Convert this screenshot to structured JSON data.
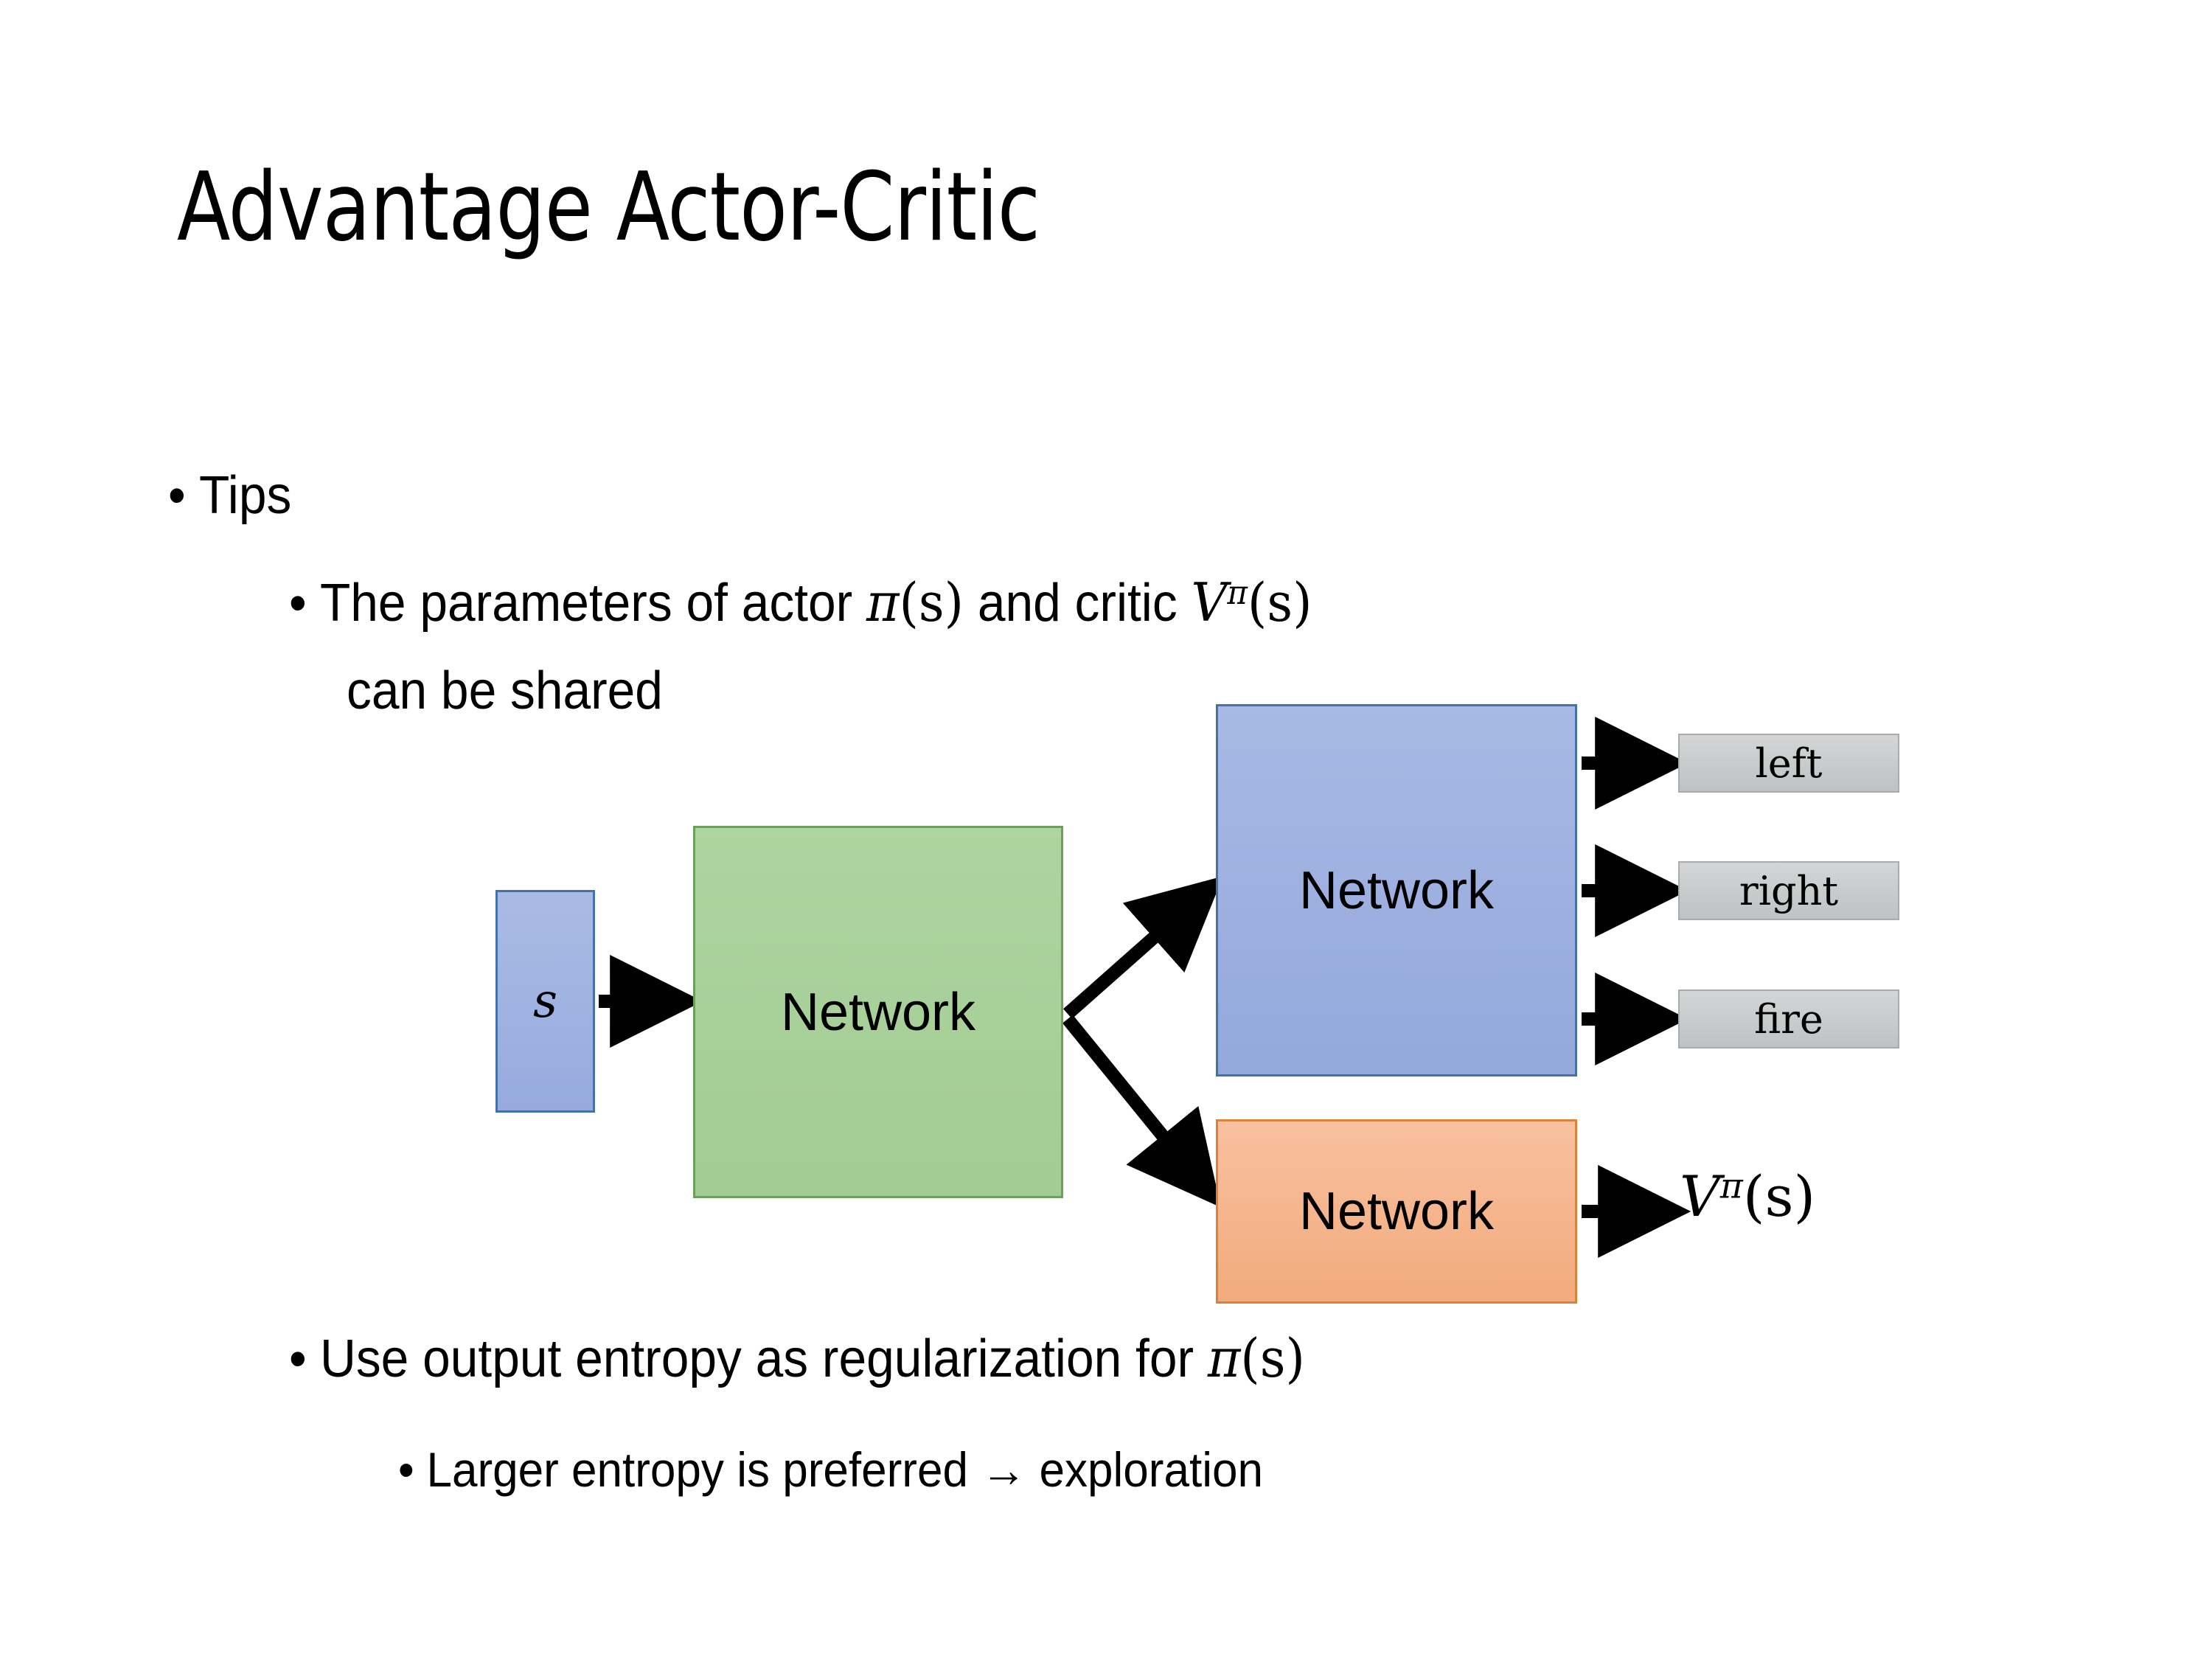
{
  "slide": {
    "title": "Advantage Actor-Critic",
    "bullets": {
      "tips": "Tips",
      "params_line1_pre": "The parameters of actor ",
      "params_math_actor_pi": "π",
      "params_math_actor_args": "(s)",
      "params_line1_mid": "  and critic ",
      "params_math_critic_V": "V",
      "params_math_critic_sup": "π",
      "params_math_critic_args": "(s)",
      "params_line2": "can be shared",
      "entropy_pre": "Use output entropy as regularization for ",
      "entropy_math_pi": "π",
      "entropy_math_args": "(s)",
      "larger_entropy": "Larger entropy is preferred → exploration"
    }
  },
  "diagram": {
    "input_box": {
      "label": "s",
      "color": "#9eb1df",
      "border": "#4472a8"
    },
    "shared_network": {
      "label": "Network",
      "color": "#a8cf9a",
      "border": "#6e9e5c"
    },
    "actor_network": {
      "label": "Network",
      "color": "#9eb1df",
      "border": "#4472a8"
    },
    "critic_network": {
      "label": "Network",
      "color": "#f4b183",
      "border": "#d9823c"
    },
    "action_outputs": [
      {
        "label": "left"
      },
      {
        "label": "right"
      },
      {
        "label": "fire"
      }
    ],
    "value_output": {
      "V": "V",
      "sup": "π",
      "args": "(s)"
    },
    "output_box_color": "#c9ccce",
    "arrow_color": "#000000"
  }
}
